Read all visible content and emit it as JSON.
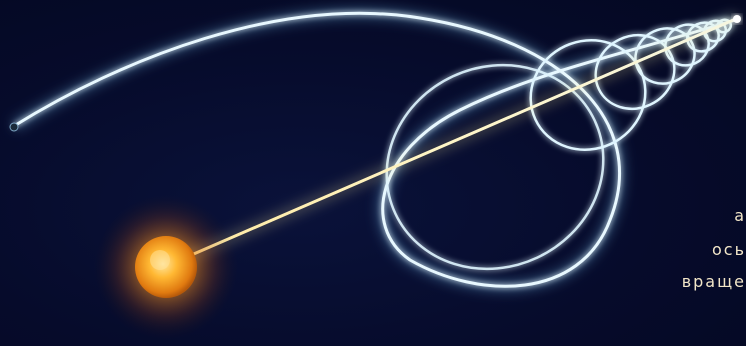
{
  "image": {
    "title": "",
    "colors": {
      "background": "#060b2b",
      "orbit_glow": "#9fe0ff",
      "orbit_core": "#eaf9ff",
      "beam": "#fff3b0",
      "sun_core": "#ffb833",
      "sun_halo": "#ff8c1a",
      "caption_text": "#f2e6c8"
    }
  },
  "caption": {
    "line1": "а",
    "line2": "ось",
    "line3": "враще"
  }
}
